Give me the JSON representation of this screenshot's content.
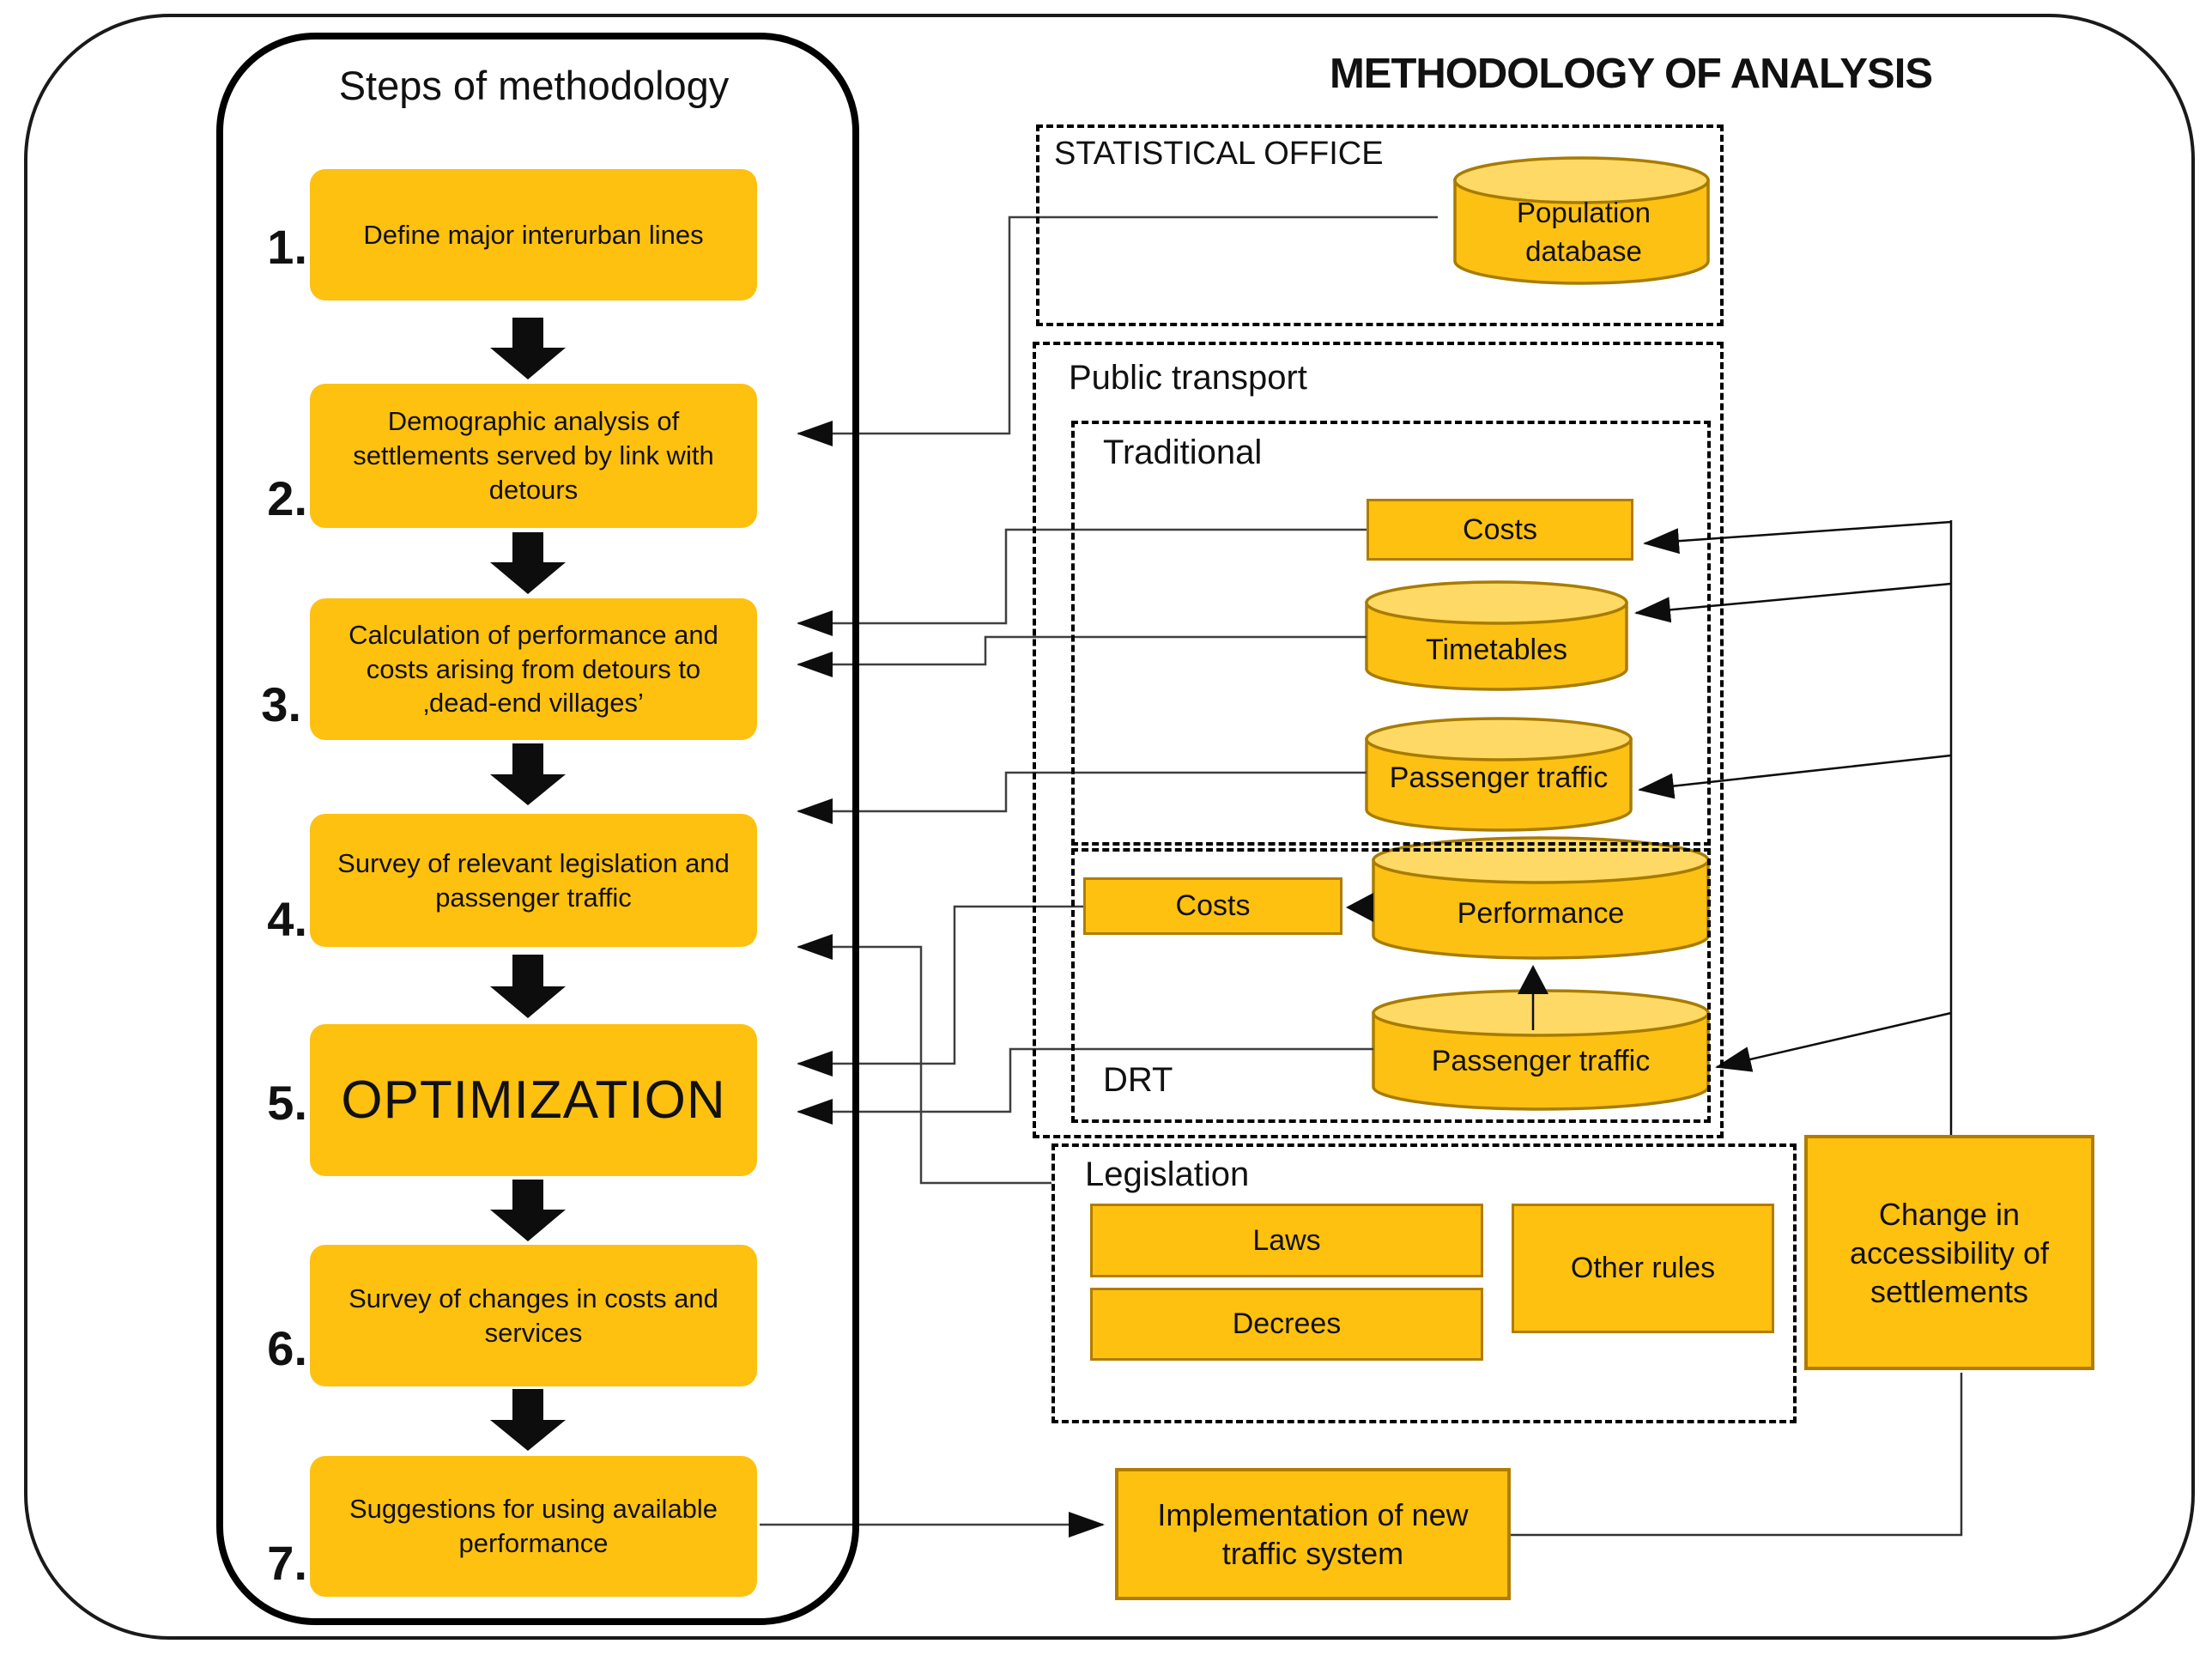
{
  "title": "METHODOLOGY OF ANALYSIS",
  "steps_panel": {
    "title": "Steps of methodology",
    "steps": [
      {
        "num": "1.",
        "label": "Define major interurban lines"
      },
      {
        "num": "2.",
        "label": "Demographic analysis of settlements served by link with detours"
      },
      {
        "num": "3.",
        "label": "Calculation of performance and costs arising from detours to ‚dead-end villages’"
      },
      {
        "num": "4.",
        "label": "Survey of relevant legislation and passenger traffic"
      },
      {
        "num": "5.",
        "label": "OPTIMIZATION"
      },
      {
        "num": "6.",
        "label": "Survey of changes in costs and services"
      },
      {
        "num": "7.",
        "label": "Suggestions for using available performance"
      }
    ]
  },
  "statistical_office": {
    "label": "STATISTICAL OFFICE",
    "population_database": "Population database"
  },
  "public_transport": {
    "label": "Public transport",
    "traditional": {
      "label": "Traditional",
      "costs": "Costs",
      "timetables": "Timetables",
      "passenger_traffic": "Passenger traffic"
    },
    "drt": {
      "label": "DRT",
      "costs": "Costs",
      "performance": "Performance",
      "passenger_traffic": "Passenger traffic"
    }
  },
  "legislation": {
    "label": "Legislation",
    "laws": "Laws",
    "decrees": "Decrees",
    "other_rules": "Other rules"
  },
  "change_accessibility": {
    "label": "Change in accessibility of settlements"
  },
  "implementation": {
    "label": "Implementation of new traffic system"
  },
  "colors": {
    "box_gold": "#FEC110",
    "cylinder_gold": "#FDC113",
    "cylinder_top": "#FFD965",
    "gold_border": "#B07D00",
    "line_gray": "#3f3f3f",
    "black": "#000000"
  }
}
